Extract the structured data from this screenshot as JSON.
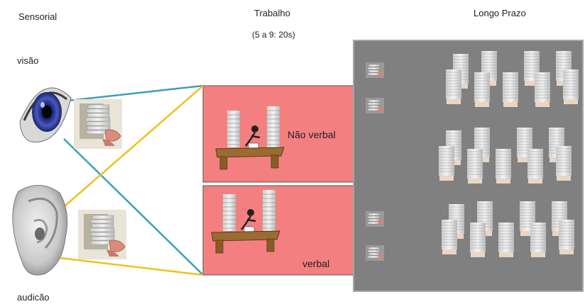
{
  "columns": {
    "sensory": "Sensorial",
    "working": "Trabalho",
    "working_duration": "(5 a 9: 20s)",
    "long_term": "Longo Prazo"
  },
  "senses": {
    "vision": "visão",
    "hearing": "audicão"
  },
  "working_boxes": {
    "nonverbal": "Não verbal",
    "verbal": "verbal"
  },
  "colors": {
    "working_box_fill": "#f47f80",
    "long_term_fill": "#808080",
    "vision_line": "#3a9fba",
    "hearing_line": "#f0c01a",
    "eye_iris": "#3b4aa8"
  },
  "icons": {
    "eye": "eye-icon",
    "ear": "ear-icon",
    "paper_stack": "paper-stack-icon",
    "desk_worker": "desk-worker-icon"
  }
}
